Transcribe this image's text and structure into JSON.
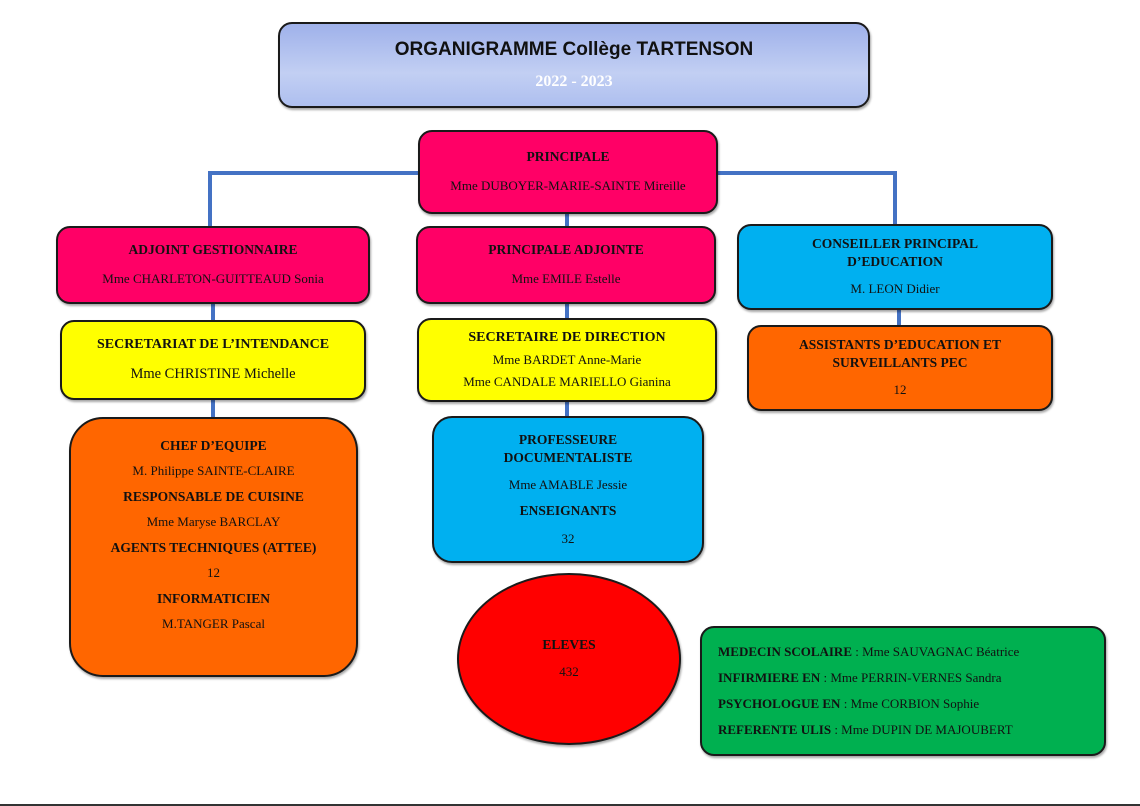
{
  "header": {
    "title": "ORGANIGRAMME Collège TARTENSON",
    "year": "2022 - 2023"
  },
  "colors": {
    "pink": "#ff0066",
    "yellow": "#ffff00",
    "cyan": "#00b0f0",
    "orange": "#ff6600",
    "red": "#ff0000",
    "green": "#00b050",
    "connector": "#4472c4"
  },
  "principale": {
    "label": "PRINCIPALE",
    "name": "Mme DUBOYER-MARIE-SAINTE Mireille"
  },
  "adjoint_gestionnaire": {
    "label": "ADJOINT GESTIONNAIRE",
    "name": "Mme CHARLETON-GUITTEAUD Sonia"
  },
  "principale_adjointe": {
    "label": "PRINCIPALE ADJOINTE",
    "name": "Mme EMILE Estelle"
  },
  "cpe": {
    "label": "CONSEILLER PRINCIPAL D’EDUCATION",
    "name": "M. LEON Didier"
  },
  "secretariat_intendance": {
    "label": "SECRETARIAT DE L’INTENDANCE",
    "name": "Mme CHRISTINE Michelle"
  },
  "secretaire_direction": {
    "label": "SECRETAIRE DE DIRECTION",
    "names": [
      "Mme BARDET Anne-Marie",
      "Mme CANDALE MARIELLO Gianina"
    ]
  },
  "assistants": {
    "label": "ASSISTANTS D’EDUCATION ET SURVEILLANTS PEC",
    "count": "12"
  },
  "agents": {
    "items": [
      {
        "label": "CHEF D’EQUIPE",
        "value": "M. Philippe SAINTE-CLAIRE"
      },
      {
        "label": "RESPONSABLE DE CUISINE",
        "value": "Mme Maryse BARCLAY"
      },
      {
        "label": "AGENTS TECHNIQUES (ATTEE)",
        "value": "12"
      },
      {
        "label": "INFORMATICIEN",
        "value": "M.TANGER Pascal"
      }
    ]
  },
  "documentaliste": {
    "label": "PROFESSEURE DOCUMENTALISTE",
    "name": "Mme AMABLE Jessie",
    "teachers_label": "ENSEIGNANTS",
    "teachers_count": "32"
  },
  "eleves": {
    "label": "ELEVES",
    "count": "432"
  },
  "medico_social": [
    {
      "role": "MEDECIN SCOLAIRE",
      "name": " : Mme SAUVAGNAC Béatrice"
    },
    {
      "role": "INFIRMIERE EN",
      "name": " :  Mme PERRIN-VERNES Sandra"
    },
    {
      "role": "PSYCHOLOGUE EN",
      "name": " : Mme CORBION Sophie"
    },
    {
      "role": "REFERENTE ULIS",
      "name": " : Mme DUPIN DE MAJOUBERT"
    }
  ]
}
